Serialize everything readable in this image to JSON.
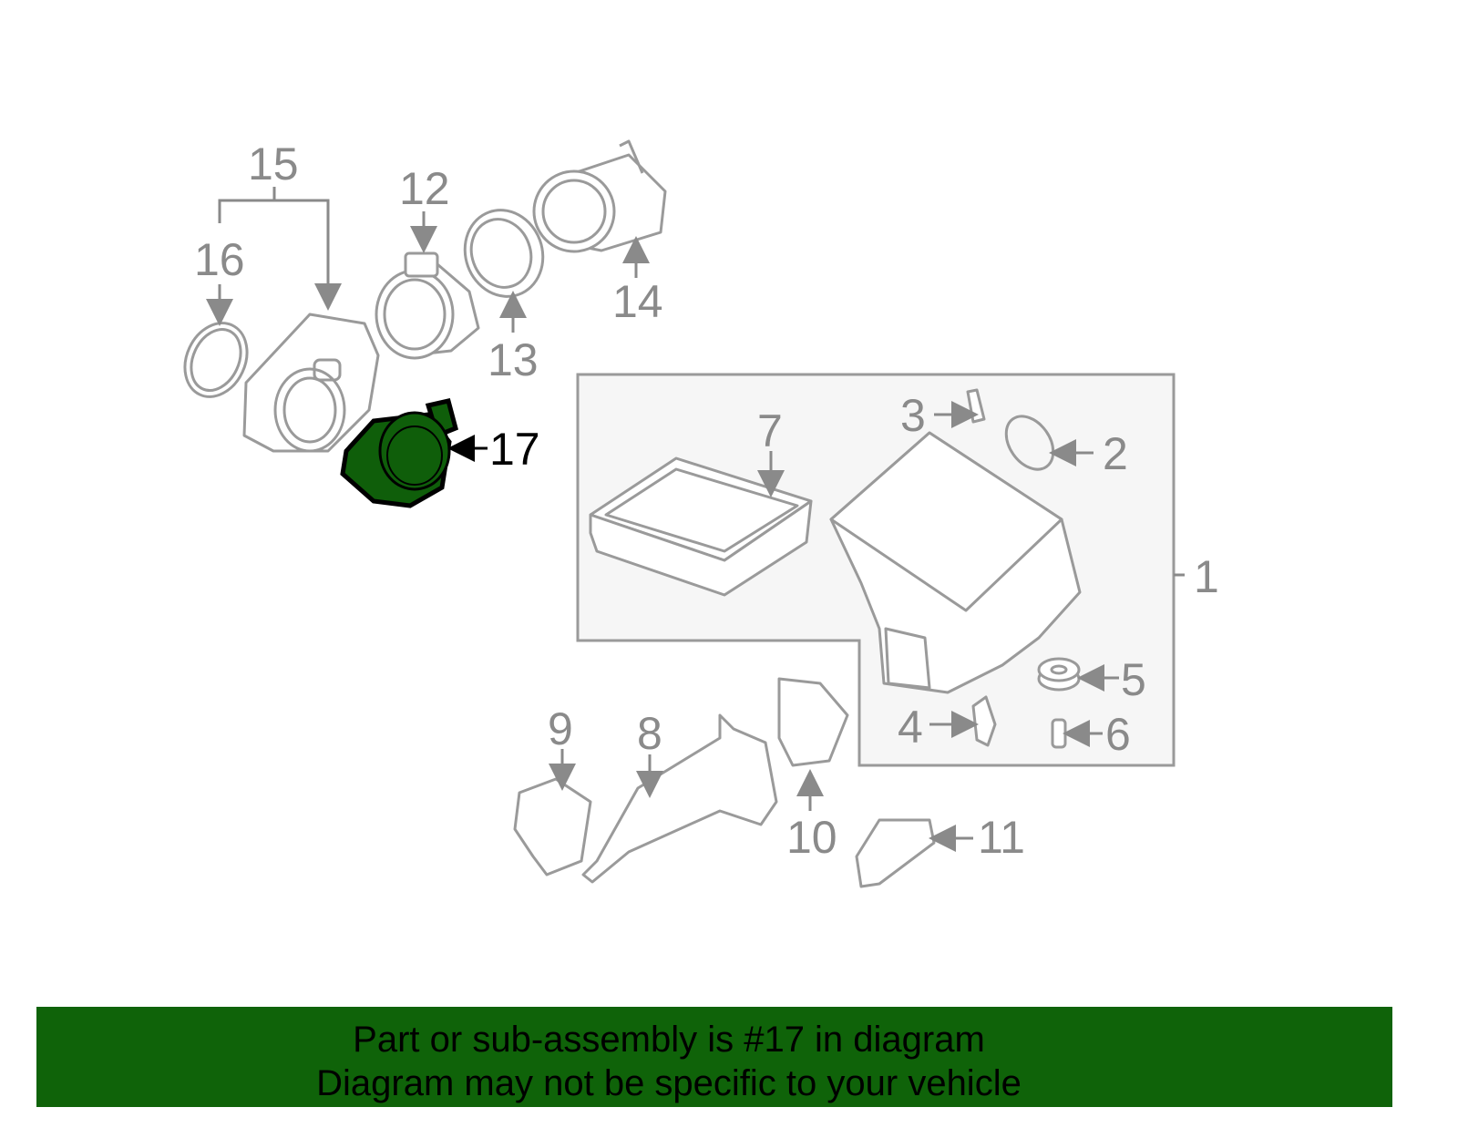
{
  "diagram": {
    "callouts": [
      "1",
      "2",
      "3",
      "4",
      "5",
      "6",
      "7",
      "8",
      "9",
      "10",
      "11",
      "12",
      "13",
      "14",
      "15",
      "16",
      "17"
    ],
    "highlighted_part": "17",
    "highlight_color": "#0f5e0a"
  },
  "banner": {
    "line1": "Part or sub-assembly is #17 in diagram",
    "line2": "Diagram may not be specific to your vehicle",
    "background": "#0f6309"
  }
}
